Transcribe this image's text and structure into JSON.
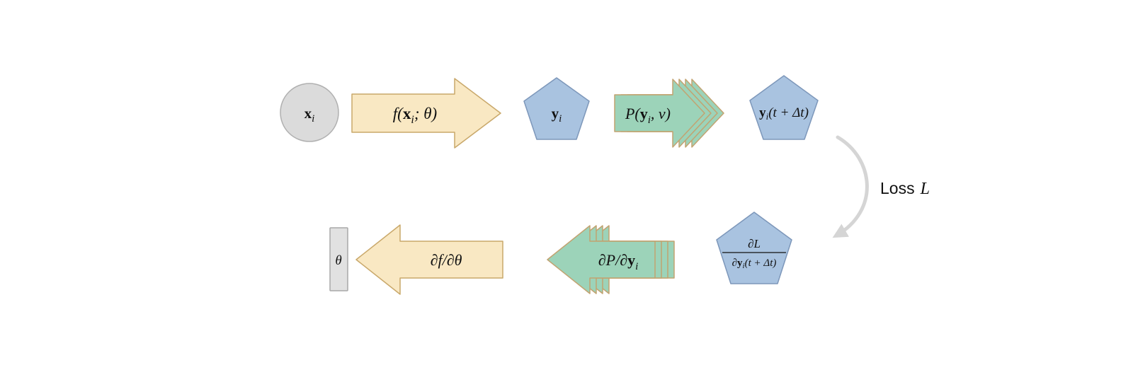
{
  "diagram": {
    "colors": {
      "background": "#ffffff",
      "gray_fill": "#dbdbdb",
      "gray_stroke": "#b0b0b0",
      "param_fill": "#e1e1e1",
      "param_stroke": "#a8a8a8",
      "yellow_fill": "#f9e8c3",
      "yellow_stroke": "#c9a86a",
      "blue_fill": "#a9c3e0",
      "blue_stroke": "#7d97ba",
      "green_fill": "#9cd3b9",
      "green_stroke": "#c2a371",
      "loss_arrow": "#d5d5d5",
      "text": "#111111"
    },
    "top_row": {
      "input_node": {
        "vec": "x",
        "sub": "i"
      },
      "forward_arrow": {
        "pre": "f(",
        "vec": "x",
        "sub": "i",
        "post": "; θ)"
      },
      "state_node": {
        "vec": "y",
        "sub": "i"
      },
      "solver_arrow": {
        "pre": "P(",
        "vec": "y",
        "sub": "i",
        "post": ", ν)"
      },
      "next_state_node": {
        "vec": "y",
        "sub": "i",
        "post": "(t + Δt)"
      }
    },
    "loss_label": {
      "word": "Loss",
      "symbol": "L"
    },
    "bottom_row": {
      "loss_grad_node": {
        "numerator": "∂L",
        "den_pre": "∂",
        "den_vec": "y",
        "den_sub": "i",
        "den_post": "(t + Δt)"
      },
      "solver_grad_arrow": {
        "pre": "∂P/∂",
        "vec": "y",
        "sub": "i"
      },
      "param_grad_arrow": {
        "label": "∂f/∂θ"
      },
      "param_node": {
        "label": "θ"
      }
    }
  }
}
